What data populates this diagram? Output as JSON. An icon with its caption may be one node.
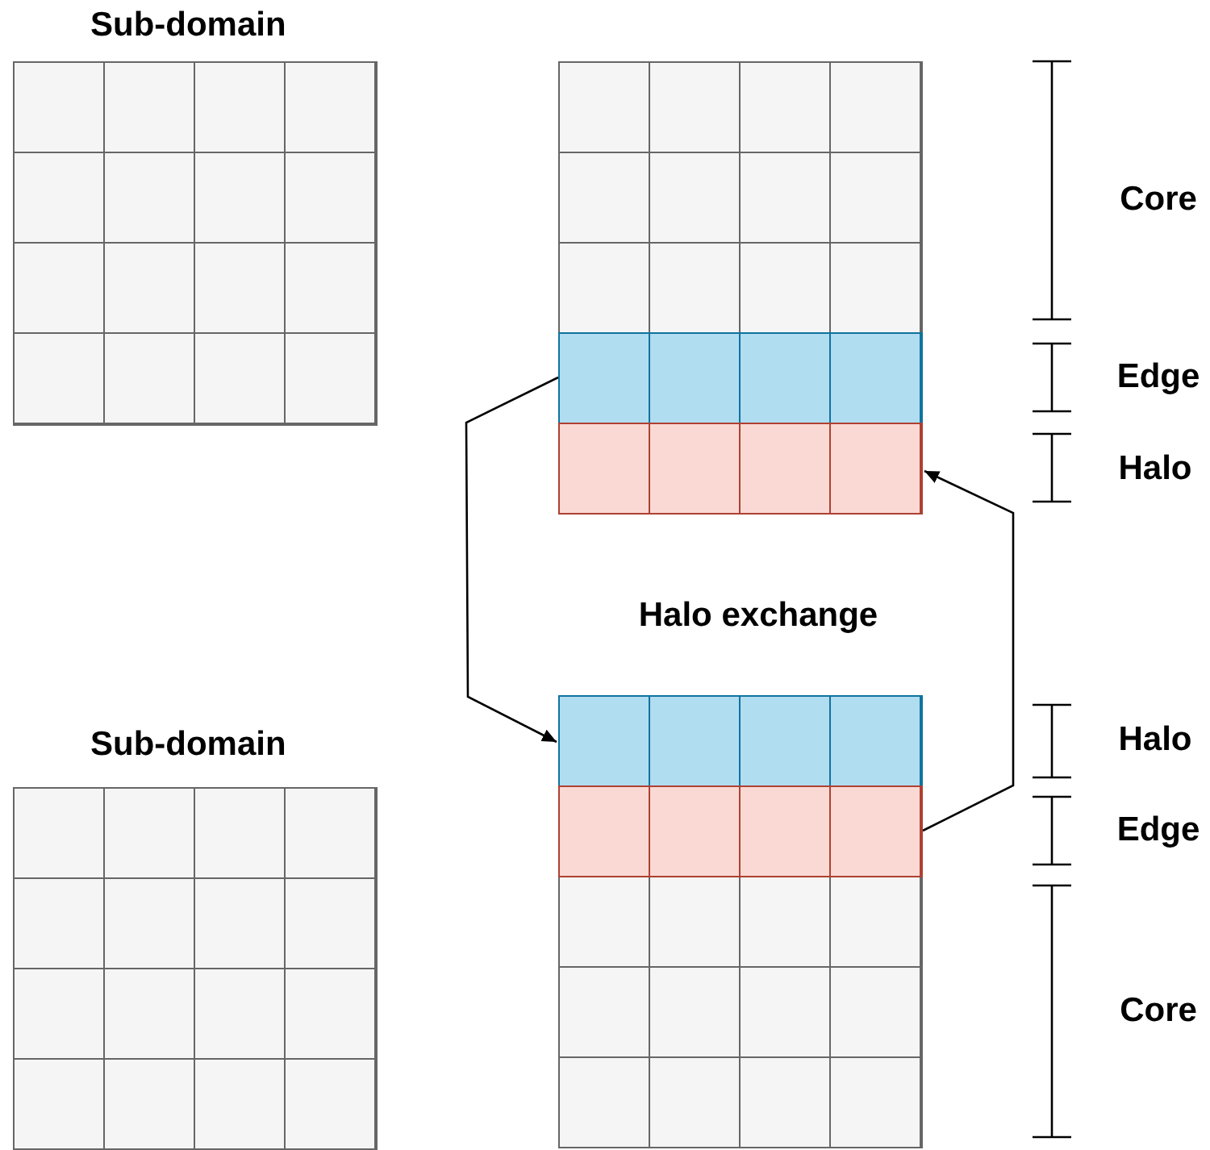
{
  "diagram": {
    "nodes": [
      {
        "text": [
          "Sub-domain"
        ]
      },
      {
        "text": [
          "Sub-domain"
        ]
      },
      {
        "text": [],
        "shape": "box"
      },
      {
        "text": [],
        "shape": "bar",
        "in": 2
      },
      {
        "text": [],
        "shape": "bar",
        "in": 2
      },
      {
        "text": [],
        "shape": "box"
      },
      {
        "text": [],
        "shape": "bar",
        "in": 5
      },
      {
        "text": [],
        "shape": "bar",
        "in": 5
      }
    ],
    "edges": [
      {
        "from": 3,
        "to": 6,
        "arrow": "to"
      },
      {
        "from": 7,
        "to": 4,
        "arrow": "to"
      }
    ],
    "labels": [
      "Core",
      "Edge",
      "Halo",
      "Halo exchange",
      "Halo",
      "Edge",
      "Core"
    ]
  }
}
